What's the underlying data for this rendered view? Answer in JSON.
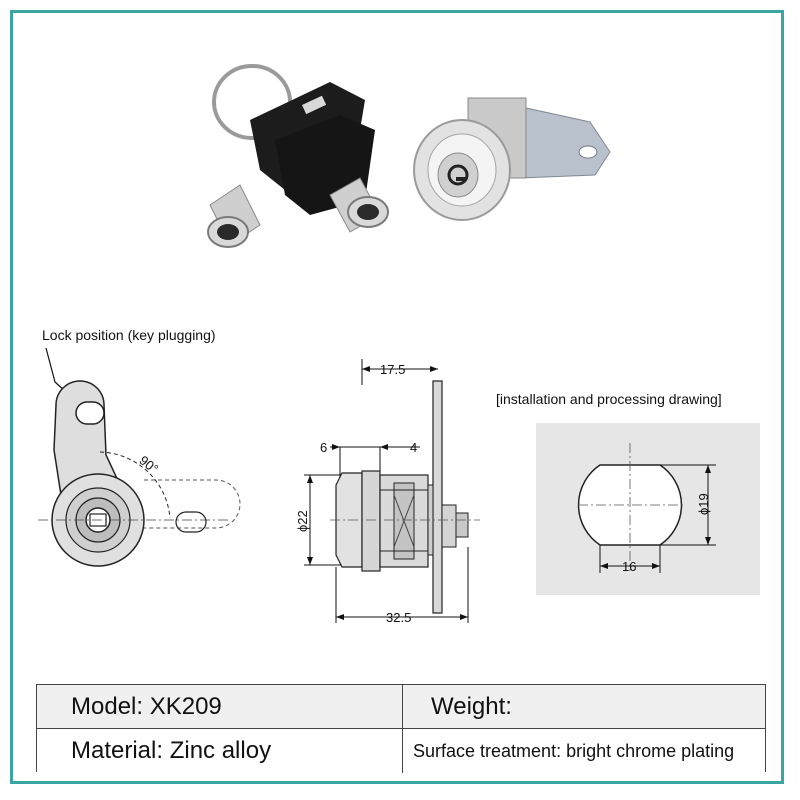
{
  "drawing": {
    "lock_position_label": "Lock position (key plugging)",
    "angle_label": "90°",
    "install_label": "[installation and processing drawing]",
    "dim_17_5": "17.5",
    "dim_6": "6",
    "dim_4": "4",
    "dim_22": "ϕ22",
    "dim_32_5": "32.5",
    "dim_19": "ϕ19",
    "dim_16": "16"
  },
  "specs": {
    "model": "Model: XK209",
    "weight": "Weight:",
    "material": "Material: Zinc alloy",
    "surface": "Surface treatment: bright chrome plating"
  }
}
